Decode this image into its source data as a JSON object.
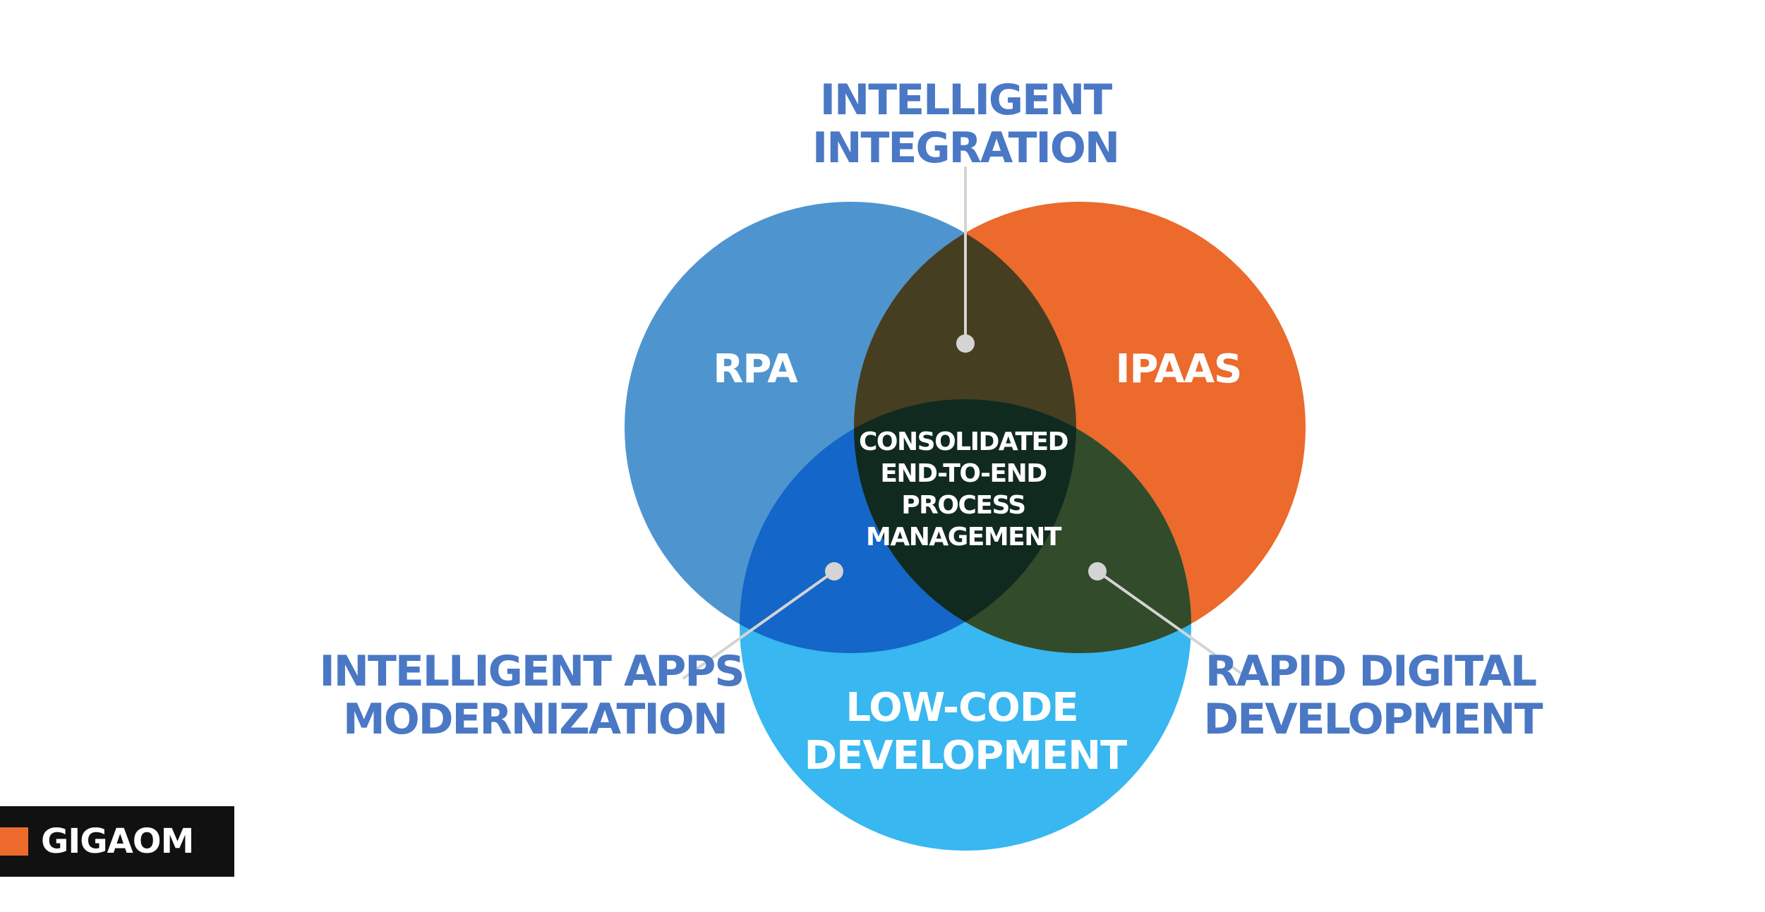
{
  "diagram": {
    "circles": {
      "rpa": {
        "label": "RPA",
        "color": "#4e95d0"
      },
      "ipaas": {
        "label": "IPAAS",
        "color": "#eb6a2c"
      },
      "lowcode": {
        "label_line1": "LOW-CODE",
        "label_line2": "DEVELOPMENT",
        "color": "#38b7f0"
      }
    },
    "overlaps": {
      "rpa_ipaas": {
        "color": "#463e20"
      },
      "rpa_lowcode": {
        "color": "#1466c8"
      },
      "ipaas_lowcode": {
        "color": "#314b2b"
      },
      "all": {
        "color": "#112a1f"
      }
    },
    "center": {
      "line1": "CONSOLIDATED",
      "line2": "END-TO-END",
      "line3": "PROCESS",
      "line4": "MANAGEMENT"
    },
    "callouts": {
      "top": {
        "line1": "INTELLIGENT",
        "line2": "INTEGRATION"
      },
      "left": {
        "line1": "INTELLIGENT APPS",
        "line2": "MODERNIZATION"
      },
      "right": {
        "line1": "RAPID DIGITAL",
        "line2": "DEVELOPMENT"
      }
    },
    "callout_color": "#4a78c4"
  },
  "logo": {
    "text": "GIGAOM",
    "accent_color": "#ec6a2c"
  }
}
